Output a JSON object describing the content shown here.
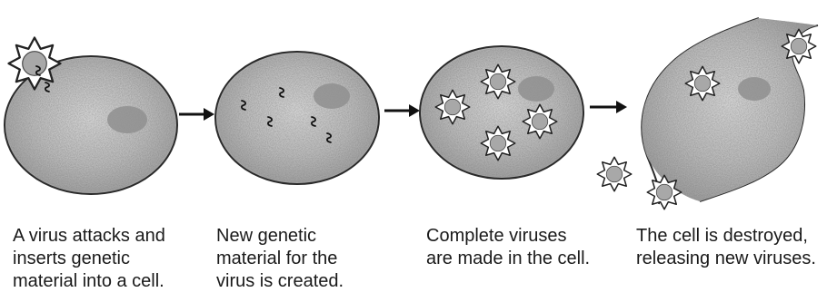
{
  "steps": [
    {
      "caption_lines": [
        "A virus attacks and",
        "inserts genetic",
        "material into a cell."
      ]
    },
    {
      "caption_lines": [
        "New genetic",
        "material for the",
        "virus is created."
      ]
    },
    {
      "caption_lines": [
        "Complete viruses",
        "are made in the cell."
      ]
    },
    {
      "caption_lines": [
        "The cell is destroyed,",
        "releasing new viruses."
      ]
    }
  ],
  "colors": {
    "cell_fill": "#b9b9b9",
    "cell_stroke": "#2a2a2a",
    "nucleus_fill": "#8f8f8f",
    "arrow": "#111111"
  },
  "icons": [
    "virus-icon",
    "genetic-material-icon",
    "arrow-right-icon"
  ]
}
